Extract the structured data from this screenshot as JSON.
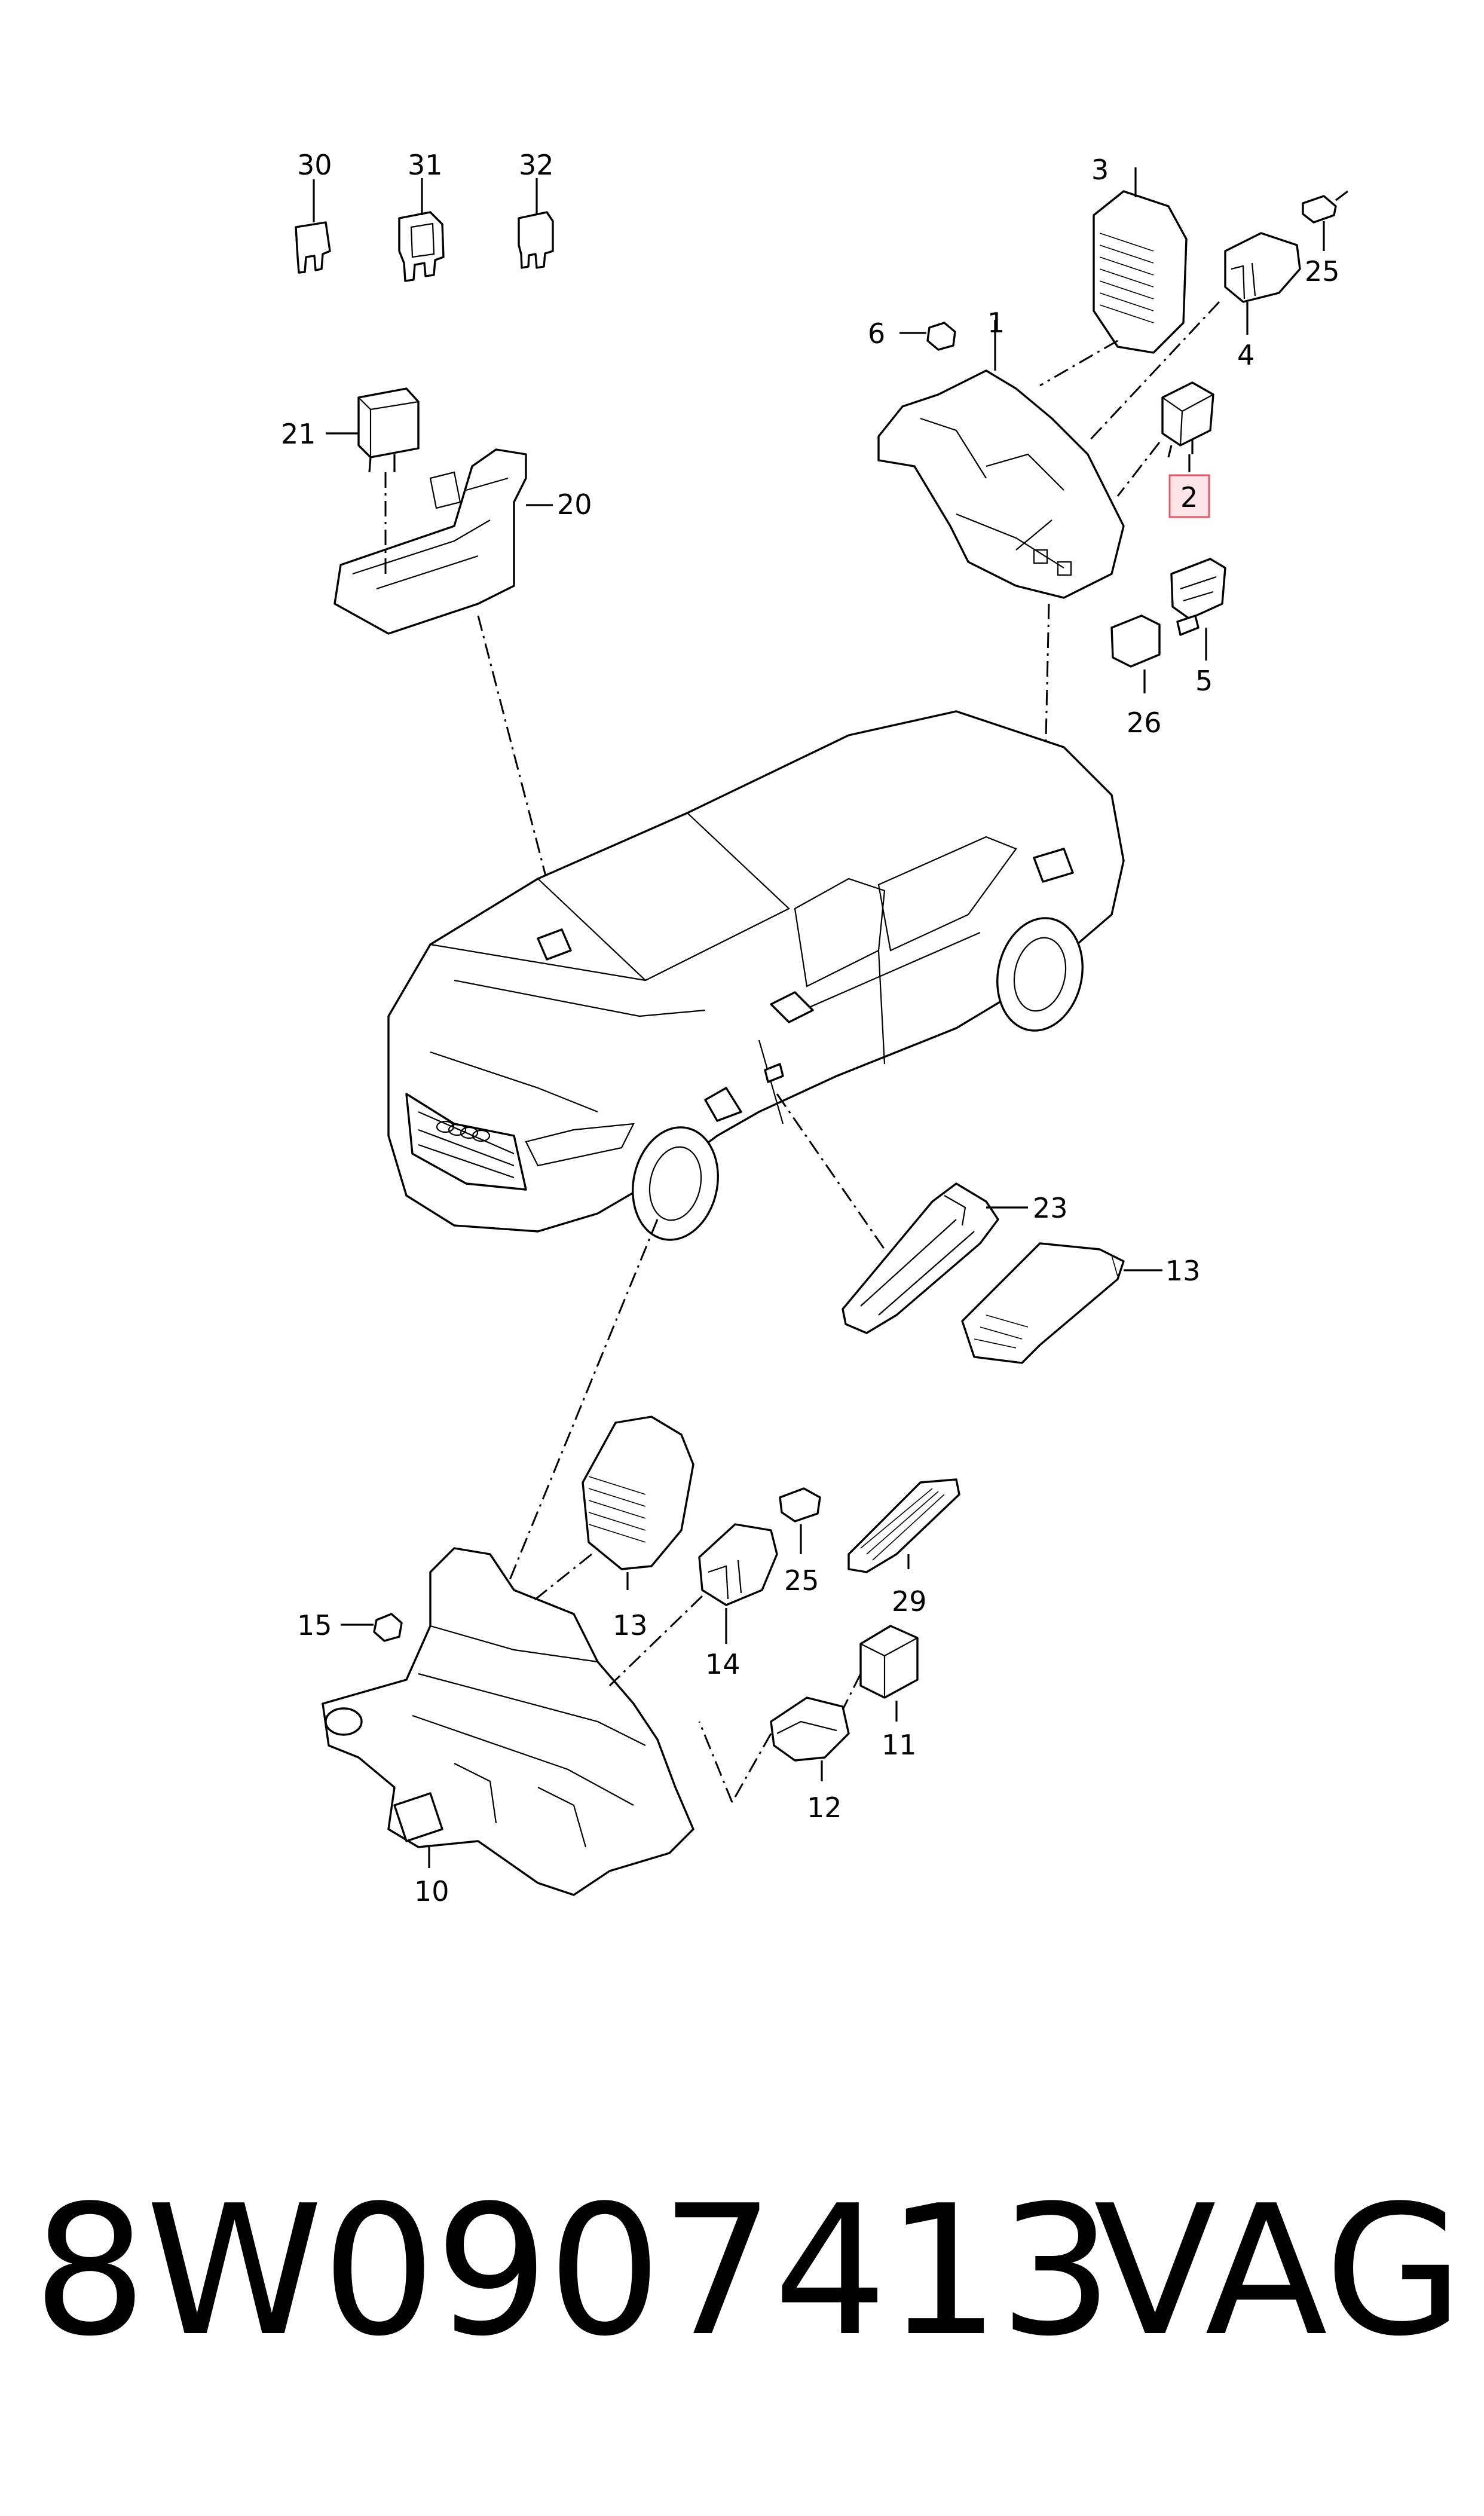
{
  "diagram": {
    "callouts": [
      {
        "id": "c1",
        "label": "1"
      },
      {
        "id": "c2",
        "label": "2",
        "highlighted": true
      },
      {
        "id": "c3",
        "label": "3"
      },
      {
        "id": "c4",
        "label": "4"
      },
      {
        "id": "c5",
        "label": "5"
      },
      {
        "id": "c6",
        "label": "6"
      },
      {
        "id": "c10",
        "label": "10"
      },
      {
        "id": "c11",
        "label": "11"
      },
      {
        "id": "c12",
        "label": "12"
      },
      {
        "id": "c13a",
        "label": "13"
      },
      {
        "id": "c13b",
        "label": "13"
      },
      {
        "id": "c14",
        "label": "14"
      },
      {
        "id": "c15",
        "label": "15"
      },
      {
        "id": "c20",
        "label": "20"
      },
      {
        "id": "c21",
        "label": "21"
      },
      {
        "id": "c23",
        "label": "23"
      },
      {
        "id": "c25a",
        "label": "25"
      },
      {
        "id": "c25b",
        "label": "25"
      },
      {
        "id": "c26",
        "label": "26"
      },
      {
        "id": "c29",
        "label": "29"
      },
      {
        "id": "c30",
        "label": "30"
      },
      {
        "id": "c31",
        "label": "31"
      },
      {
        "id": "c32",
        "label": "32"
      }
    ],
    "highlight_color": "#e05a6a",
    "highlight_fill": "#fde4e7"
  },
  "footer": {
    "part_number": "8W0907413",
    "brand": "VAG"
  }
}
